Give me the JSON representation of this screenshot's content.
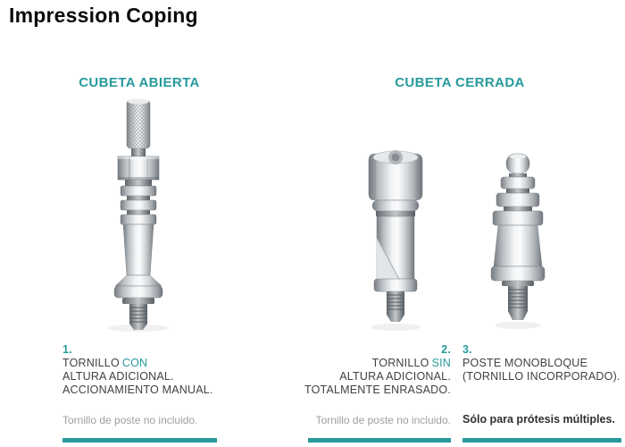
{
  "title": "Impression Coping",
  "colors": {
    "accent": "#279a9b"
  },
  "sections": {
    "open_tray": {
      "header": "CUBETA ABIERTA"
    },
    "closed_tray": {
      "header": "CUBETA CERRADA"
    }
  },
  "items": [
    {
      "number": "1.",
      "line1_prefix": "TORNILLO",
      "line1_highlight": "CON",
      "line2": "ALTURA ADICIONAL.",
      "line3": "ACCIONAMIENTO MANUAL.",
      "note": "Tornillo de poste no incluido."
    },
    {
      "number": "2.",
      "line1_prefix": "TORNILLO",
      "line1_highlight": "SIN",
      "line2": "ALTURA ADICIONAL.",
      "line3": "TOTALMENTE ENRASADO.",
      "note": "Tornillo de poste no incluido."
    },
    {
      "number": "3.",
      "line1": "POSTE MONOBLOQUE",
      "line2": "(TORNILLO INCORPORADO).",
      "note": "Sólo para prótesis múltiples."
    }
  ],
  "images": [
    {
      "name": "open-tray-impression-coping"
    },
    {
      "name": "closed-tray-impression-coping"
    },
    {
      "name": "monobloc-post"
    }
  ]
}
